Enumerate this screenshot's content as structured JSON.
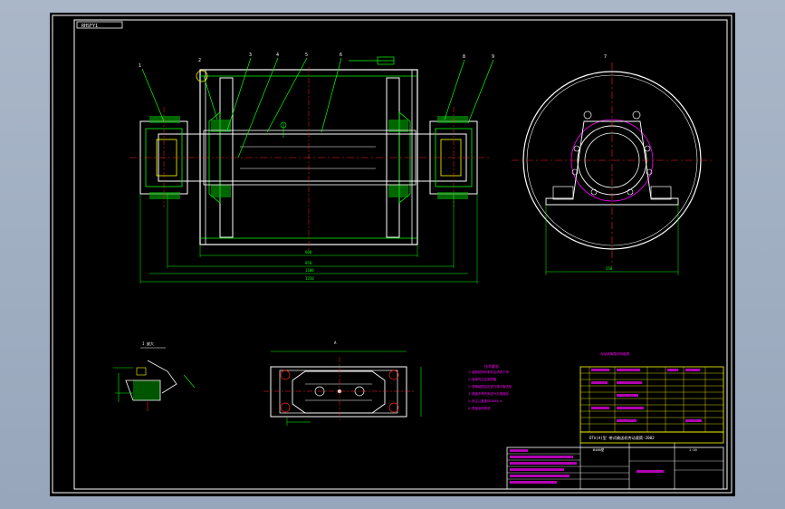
{
  "drawing": {
    "tag_label": "RHSFY1",
    "callouts": [
      "1",
      "2",
      "3",
      "4",
      "5",
      "6",
      "7"
    ],
    "right_callouts": [
      "8",
      "9"
    ],
    "title_block_title": "DTⅡ(A)型 带式输送机传动滚筒-2002",
    "scale_label": "1:10",
    "project_label": "B400型",
    "detail_title": "I 放大",
    "tech_req_heading": "技术要求",
    "tech_req_lines": [
      "1.装配前所有零件应清洗干净",
      "2.轴承内加注润滑脂",
      "3.滚筒装配后应进行静平衡试验",
      "4.焊缝不得有夹渣气孔等缺陷",
      "5.未注公差按GB1804-m",
      "6.表面涂防锈漆"
    ],
    "parts_header": "传动滚筒零件明细表",
    "dims": [
      "600",
      "950",
      "1100",
      "1250",
      "250"
    ]
  },
  "colors": {
    "background": "#000000",
    "line_white": "#ffffff",
    "line_green": "#00ff00",
    "line_yellow": "#ffff00",
    "line_magenta": "#ff00ff",
    "line_red": "#ff2020",
    "line_cyan": "#00ffff",
    "frame_outer": "#a6b3c5"
  }
}
